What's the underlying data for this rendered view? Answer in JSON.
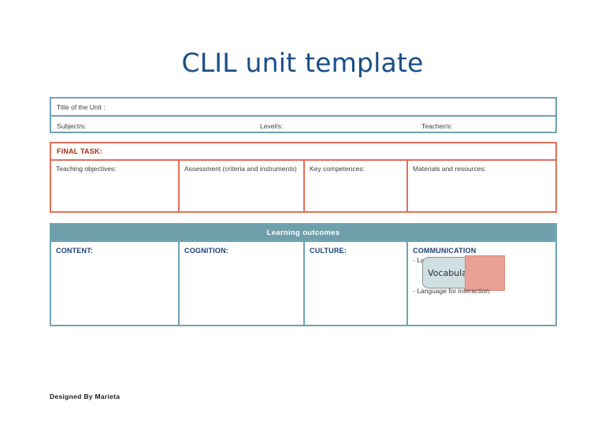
{
  "document": {
    "title": "CLIL unit template",
    "footer_credit": "Designed By Marieta"
  },
  "colors": {
    "title_blue": "#1a4e8a",
    "table_border_teal": "#6fa3b5",
    "table_border_red": "#e0705a",
    "final_task_text": "#a33017",
    "outcomes_header_bg": "#6f9fab",
    "outcomes_label_blue": "#1c3f74",
    "shape_rounded_fill": "#cfdfe2",
    "shape_salmon_fill": "#e9a193"
  },
  "identification_table": {
    "rows": [
      {
        "fields": [
          {
            "label": "Title of the Unit :",
            "value": ""
          }
        ]
      },
      {
        "fields": [
          {
            "label": "Subject/s:",
            "value": ""
          },
          {
            "label": "Level/s:",
            "value": ""
          },
          {
            "label": "Teacher/s:",
            "value": ""
          }
        ]
      }
    ]
  },
  "final_task_table": {
    "header": "FINAL TASK:",
    "columns": [
      {
        "label": "Teaching objectives:",
        "value": ""
      },
      {
        "label": "Assessment (criteria and instruments)",
        "value": ""
      },
      {
        "label": "Key competences:",
        "value": ""
      },
      {
        "label": "Materials and resources:",
        "value": ""
      }
    ]
  },
  "learning_outcomes_table": {
    "header": "Learning outcomes",
    "columns": [
      {
        "label": "CONTENT:",
        "value": ""
      },
      {
        "label": "COGNITION:",
        "value": ""
      },
      {
        "label": "CULTURE:",
        "value": ""
      },
      {
        "label": "COMMUNICATION",
        "sub_topic": "- Language for the topic:",
        "sub_interaction": "- Language for interaction:",
        "shapes": {
          "rounded_callout_text": "Vocabulary",
          "salmon_rectangle_text": ""
        }
      }
    ]
  }
}
